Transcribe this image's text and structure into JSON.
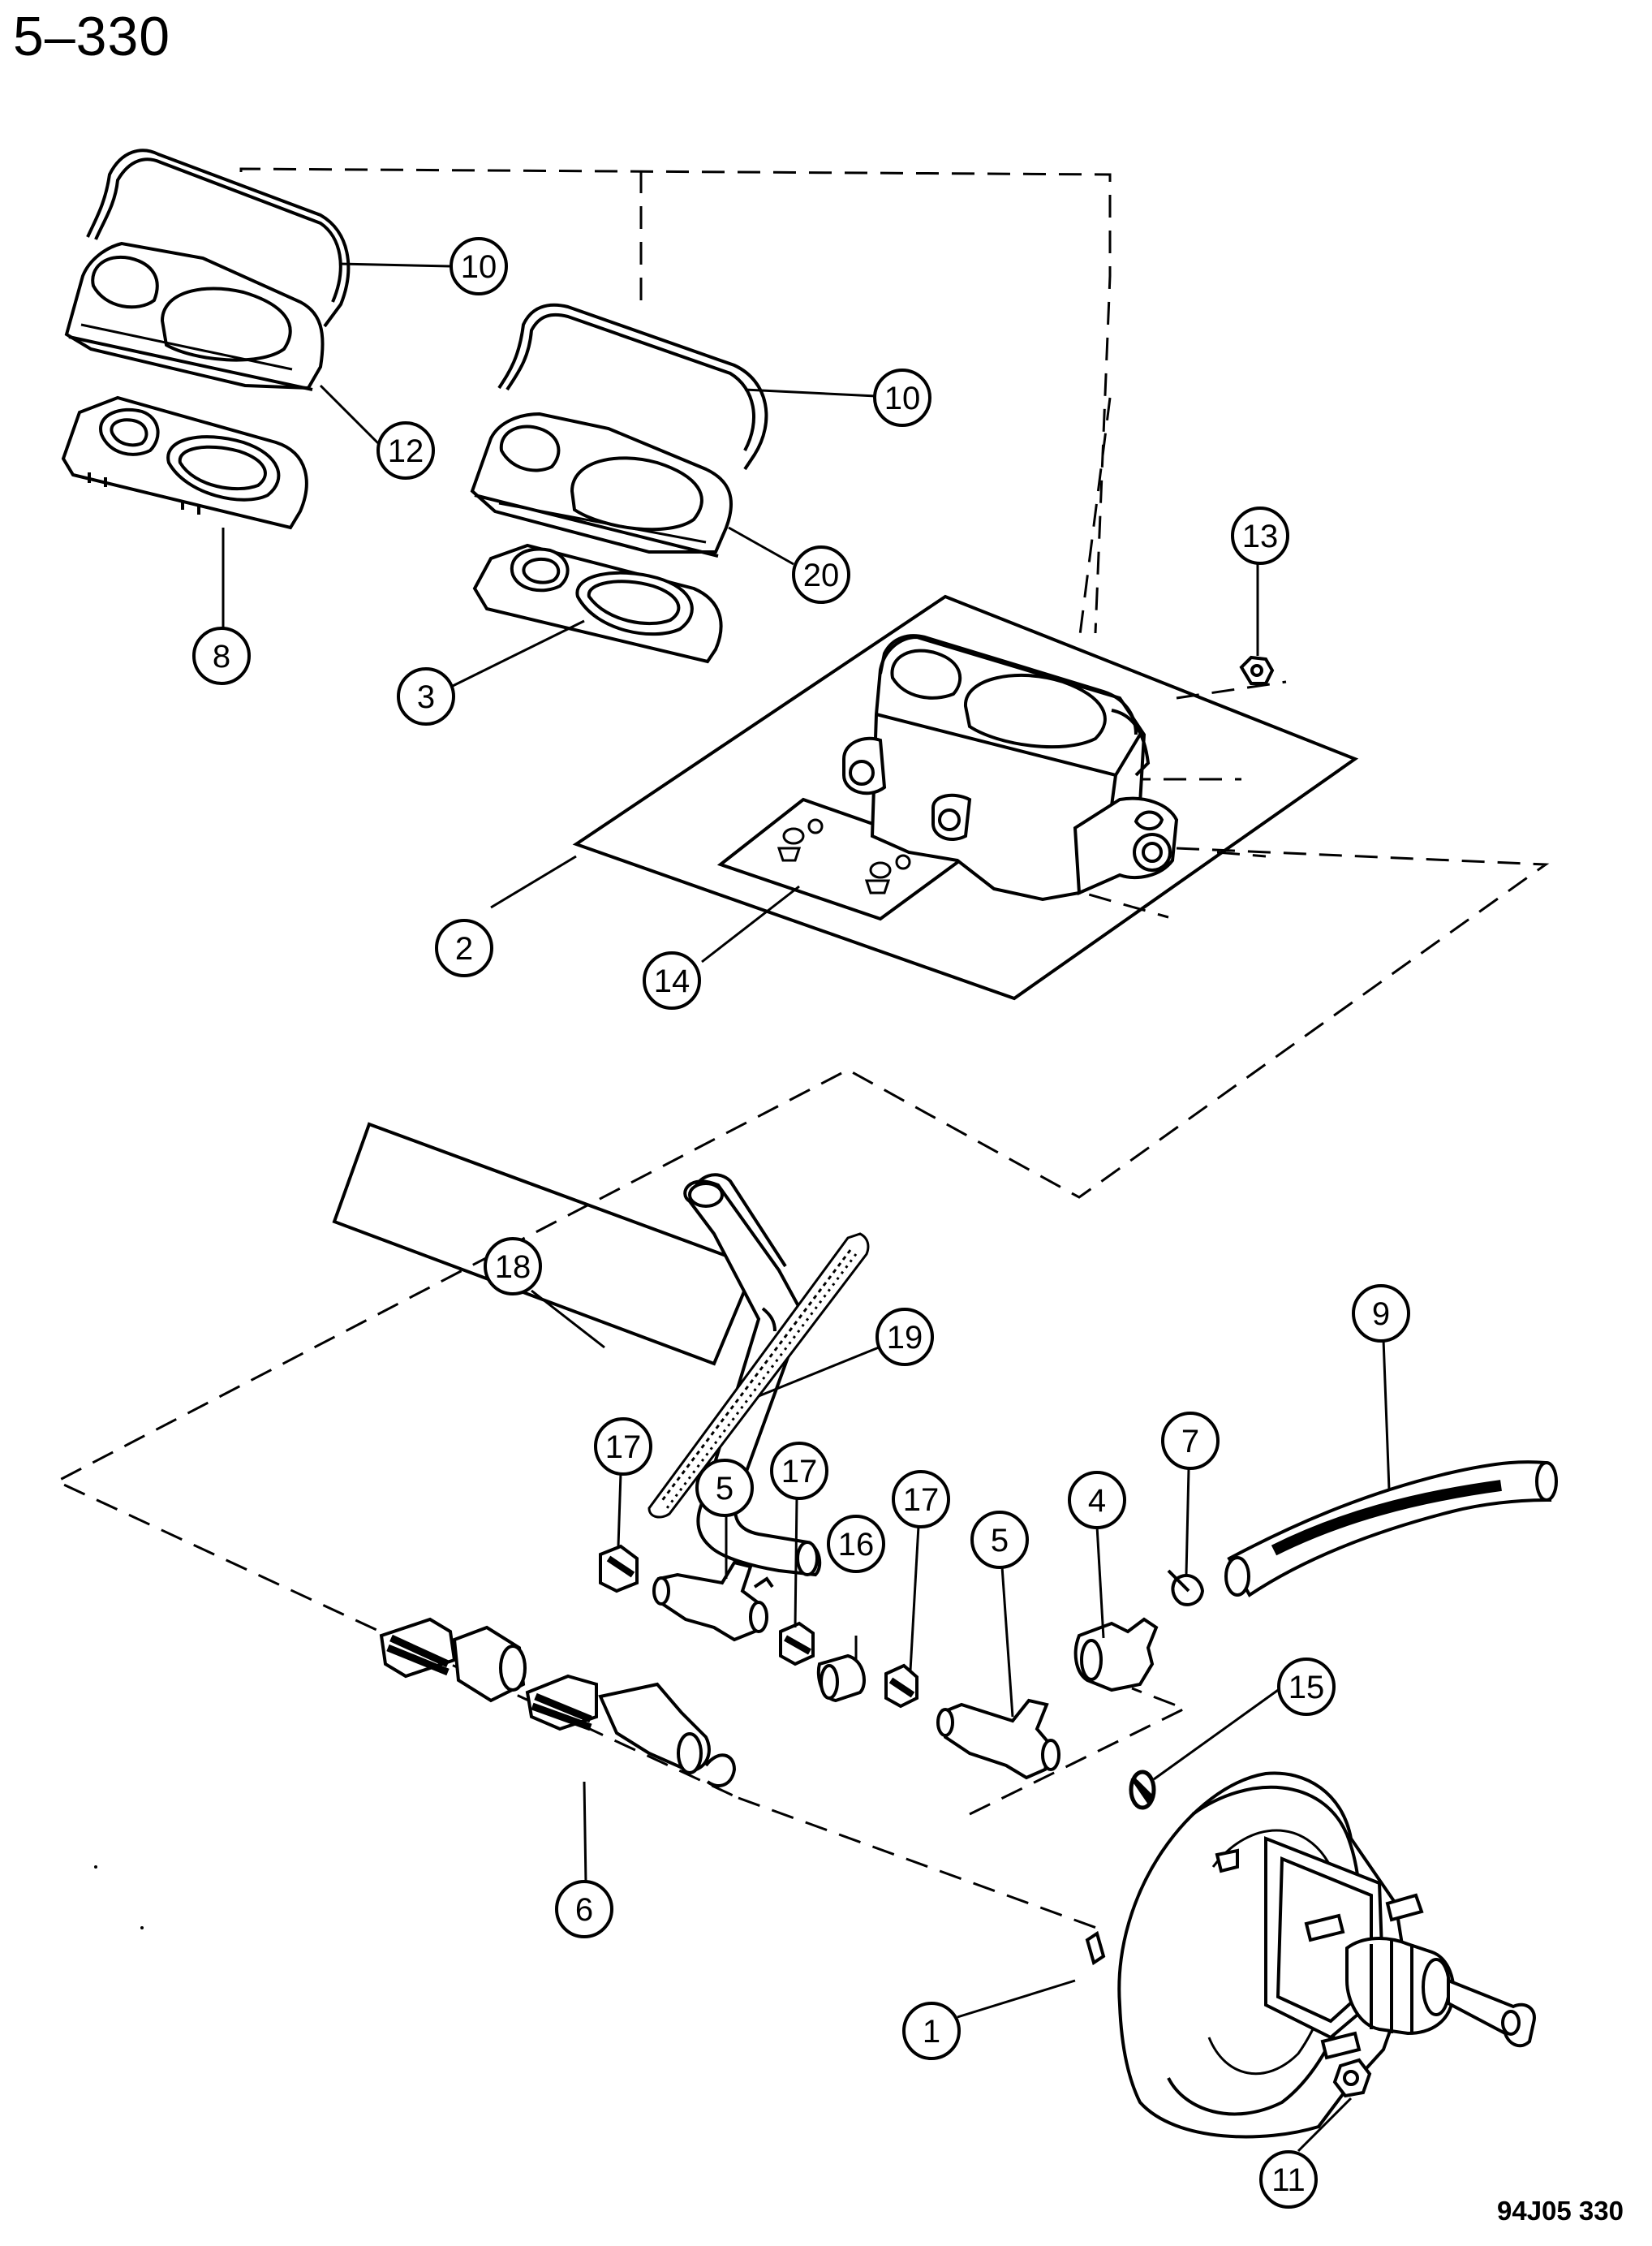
{
  "header": {
    "page_number": "5–330"
  },
  "footer": {
    "figure_code": "94J05  330"
  },
  "callouts": [
    "10",
    "12",
    "8",
    "10",
    "20",
    "3",
    "13",
    "2",
    "14",
    "18",
    "19",
    "9",
    "17",
    "5",
    "17",
    "16",
    "17",
    "5",
    "4",
    "7",
    "15",
    "6",
    "1",
    "11"
  ]
}
